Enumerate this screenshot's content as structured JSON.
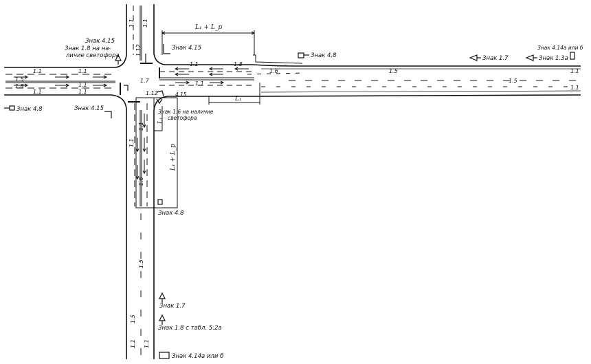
{
  "signs": {
    "sign_4_15_top": "Знак 4.15",
    "sign_4_15_near": "Знак 4.15",
    "sign_4_15_left": "Знак 4.15",
    "sign_4_15_small": "4.15",
    "sign_1_8_traffic_light": "Знак 1.8 на на-\nличие светофора",
    "sign_1_8_traffic_light_line1": "Знак 1.8 на на-",
    "sign_1_8_traffic_light_line2": "личие светофора",
    "sign_1_6_traffic_light_line1": "Знак 1.6 на наличие",
    "sign_1_6_traffic_light_line2": "светофора",
    "sign_4_8_top": "Знак 4.8",
    "sign_4_8_left": "Знак 4.8",
    "sign_4_8_mid": "Знак 4.8",
    "sign_1_7_right": "Знак 1.7",
    "sign_1_3_right": "Знак 1.3а",
    "sign_4_14_right": "Знак 4.14а или б",
    "sign_1_7_bottom": "Знак 1.7",
    "sign_1_8_bottom": "Знак 1.8 с табл. 5.2а",
    "sign_4_14_bottom": "Знак 4.14а или б"
  },
  "dimensions": {
    "top": "L₁ + L_р",
    "right": "L₁",
    "vertical": "L₁ + L_р",
    "small_vertical": "L₁"
  },
  "markings": {
    "m11": "1.1",
    "m15": "1.5",
    "m16": "1.6",
    "m17": "1.7",
    "m18": "1.8",
    "m112": "1.12"
  }
}
